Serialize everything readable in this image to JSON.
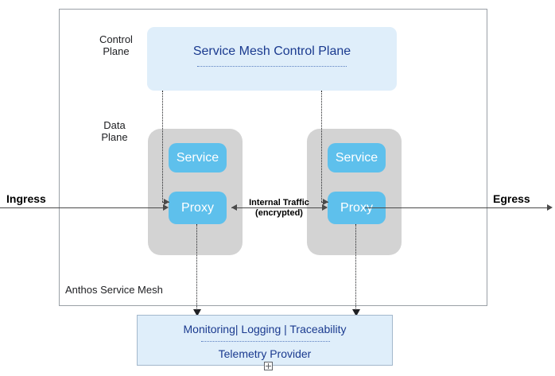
{
  "diagram": {
    "outer": {
      "label": "Anthos Service Mesh"
    },
    "control_plane": {
      "label": "Control\nPlane",
      "label_line1": "Control",
      "label_line2": "Plane",
      "panel_title": "Service Mesh Control Plane"
    },
    "data_plane": {
      "label_line1": "Data",
      "label_line2": "Plane",
      "pods": [
        {
          "service_label": "Service",
          "proxy_label": "Proxy"
        },
        {
          "service_label": "Service",
          "proxy_label": "Proxy"
        }
      ]
    },
    "edges": {
      "ingress_label": "Ingress",
      "egress_label": "Egress",
      "internal_line1": "Internal Traffic",
      "internal_line2": "(encrypted)"
    },
    "telemetry": {
      "title": "Monitoring| Logging | Traceability",
      "subtitle": "Telemetry Provider"
    },
    "colors": {
      "node_blue": "#5ec0ec",
      "panel_blue": "#dfeefa",
      "pod_gray": "#d3d3d3",
      "title_text": "#1a3a8f",
      "connector": "#4a4a4a"
    }
  }
}
